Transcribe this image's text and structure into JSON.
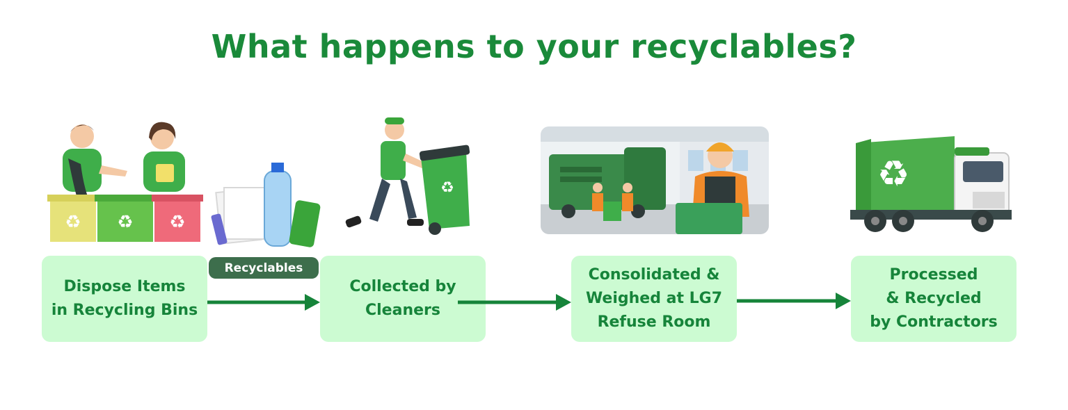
{
  "title": "What happens to your recyclables?",
  "colors": {
    "title": "#1a8a3a",
    "step_bg": "#ccfbd2",
    "step_text": "#16843a",
    "arrow": "#16843a",
    "tag_bg": "#3d6e4c",
    "tag_text": "#ffffff"
  },
  "tag": {
    "label": "Recyclables"
  },
  "steps": [
    {
      "label": "Dispose Items\nin Recycling Bins",
      "icon": "recycling-bins-illustration"
    },
    {
      "label": "Collected by\nCleaners",
      "icon": "cleaner-with-bin-illustration"
    },
    {
      "label": "Consolidated &\nWeighed at LG7\nRefuse Room",
      "icon": "refuse-room-illustration"
    },
    {
      "label": "Processed\n& Recycled\nby Contractors",
      "icon": "recycling-truck-illustration"
    }
  ]
}
